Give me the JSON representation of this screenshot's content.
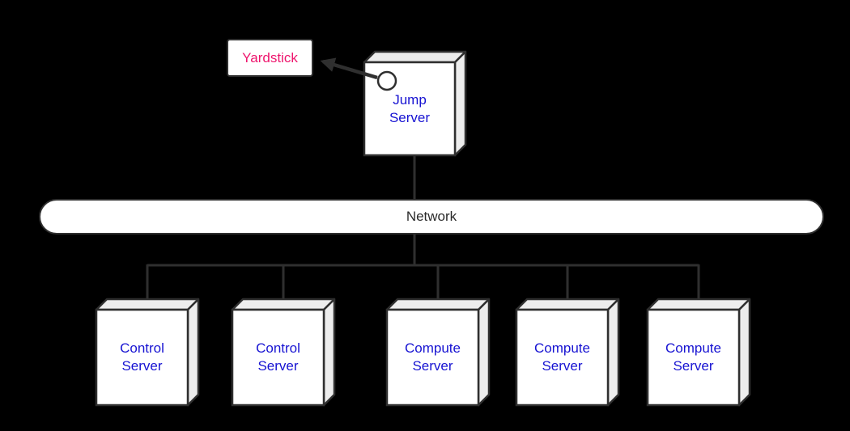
{
  "colors": {
    "background": "#000000",
    "outline": "#2f2f2f",
    "node_face": "#ffffff",
    "node_shade": "#ededed",
    "server_label_text": "#1713d2",
    "yardstick_label_text": "#ee156d",
    "network_label_text": "#2b2b2b"
  },
  "nodes": {
    "yardstick": {
      "label": "Yardstick"
    },
    "jump_server": {
      "label": "Jump\nServer"
    },
    "network": {
      "label": "Network"
    },
    "servers": [
      {
        "label": "Control\nServer"
      },
      {
        "label": "Control\nServer"
      },
      {
        "label": "Compute\nServer"
      },
      {
        "label": "Compute\nServer"
      },
      {
        "label": "Compute\nServer"
      }
    ]
  }
}
